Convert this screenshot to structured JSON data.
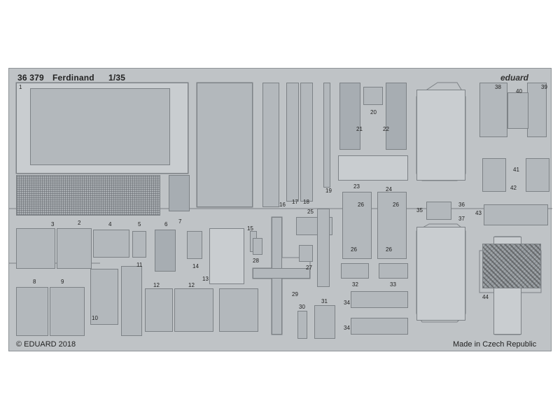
{
  "header": {
    "set_number": "36 379",
    "title": "Ferdinand",
    "scale": "1/35"
  },
  "brand": "eduard",
  "footer": {
    "copyright": "© EDUARD 2018",
    "origin": "Made in Czech Republic"
  },
  "part_numbers": {
    "p1": "1",
    "p2": "2",
    "p3": "3",
    "p4": "4",
    "p5": "5",
    "p6": "6",
    "p7": "7",
    "p8": "8",
    "p9": "9",
    "p10": "10",
    "p11": "11",
    "p12a": "12",
    "p12b": "12",
    "p13": "13",
    "p14": "14",
    "p15": "15",
    "p16": "16",
    "p17": "17",
    "p18": "18",
    "p19": "19",
    "p20": "20",
    "p21": "21",
    "p22": "22",
    "p23": "23",
    "p24": "24",
    "p25": "25",
    "p26a": "26",
    "p26b": "26",
    "p26c": "26",
    "p26d": "26",
    "p27": "27",
    "p28": "28",
    "p29": "29",
    "p30": "30",
    "p31": "31",
    "p32": "32",
    "p33": "33",
    "p34a": "34",
    "p34b": "34",
    "p35": "35",
    "p36": "36",
    "p37": "37",
    "p38": "38",
    "p39": "39",
    "p40": "40",
    "p41": "41",
    "p42": "42",
    "p43": "43",
    "p44": "44"
  },
  "colors": {
    "fret": "#bfc3c6",
    "part": "#b3b8bc",
    "outline": "#7d8286"
  }
}
